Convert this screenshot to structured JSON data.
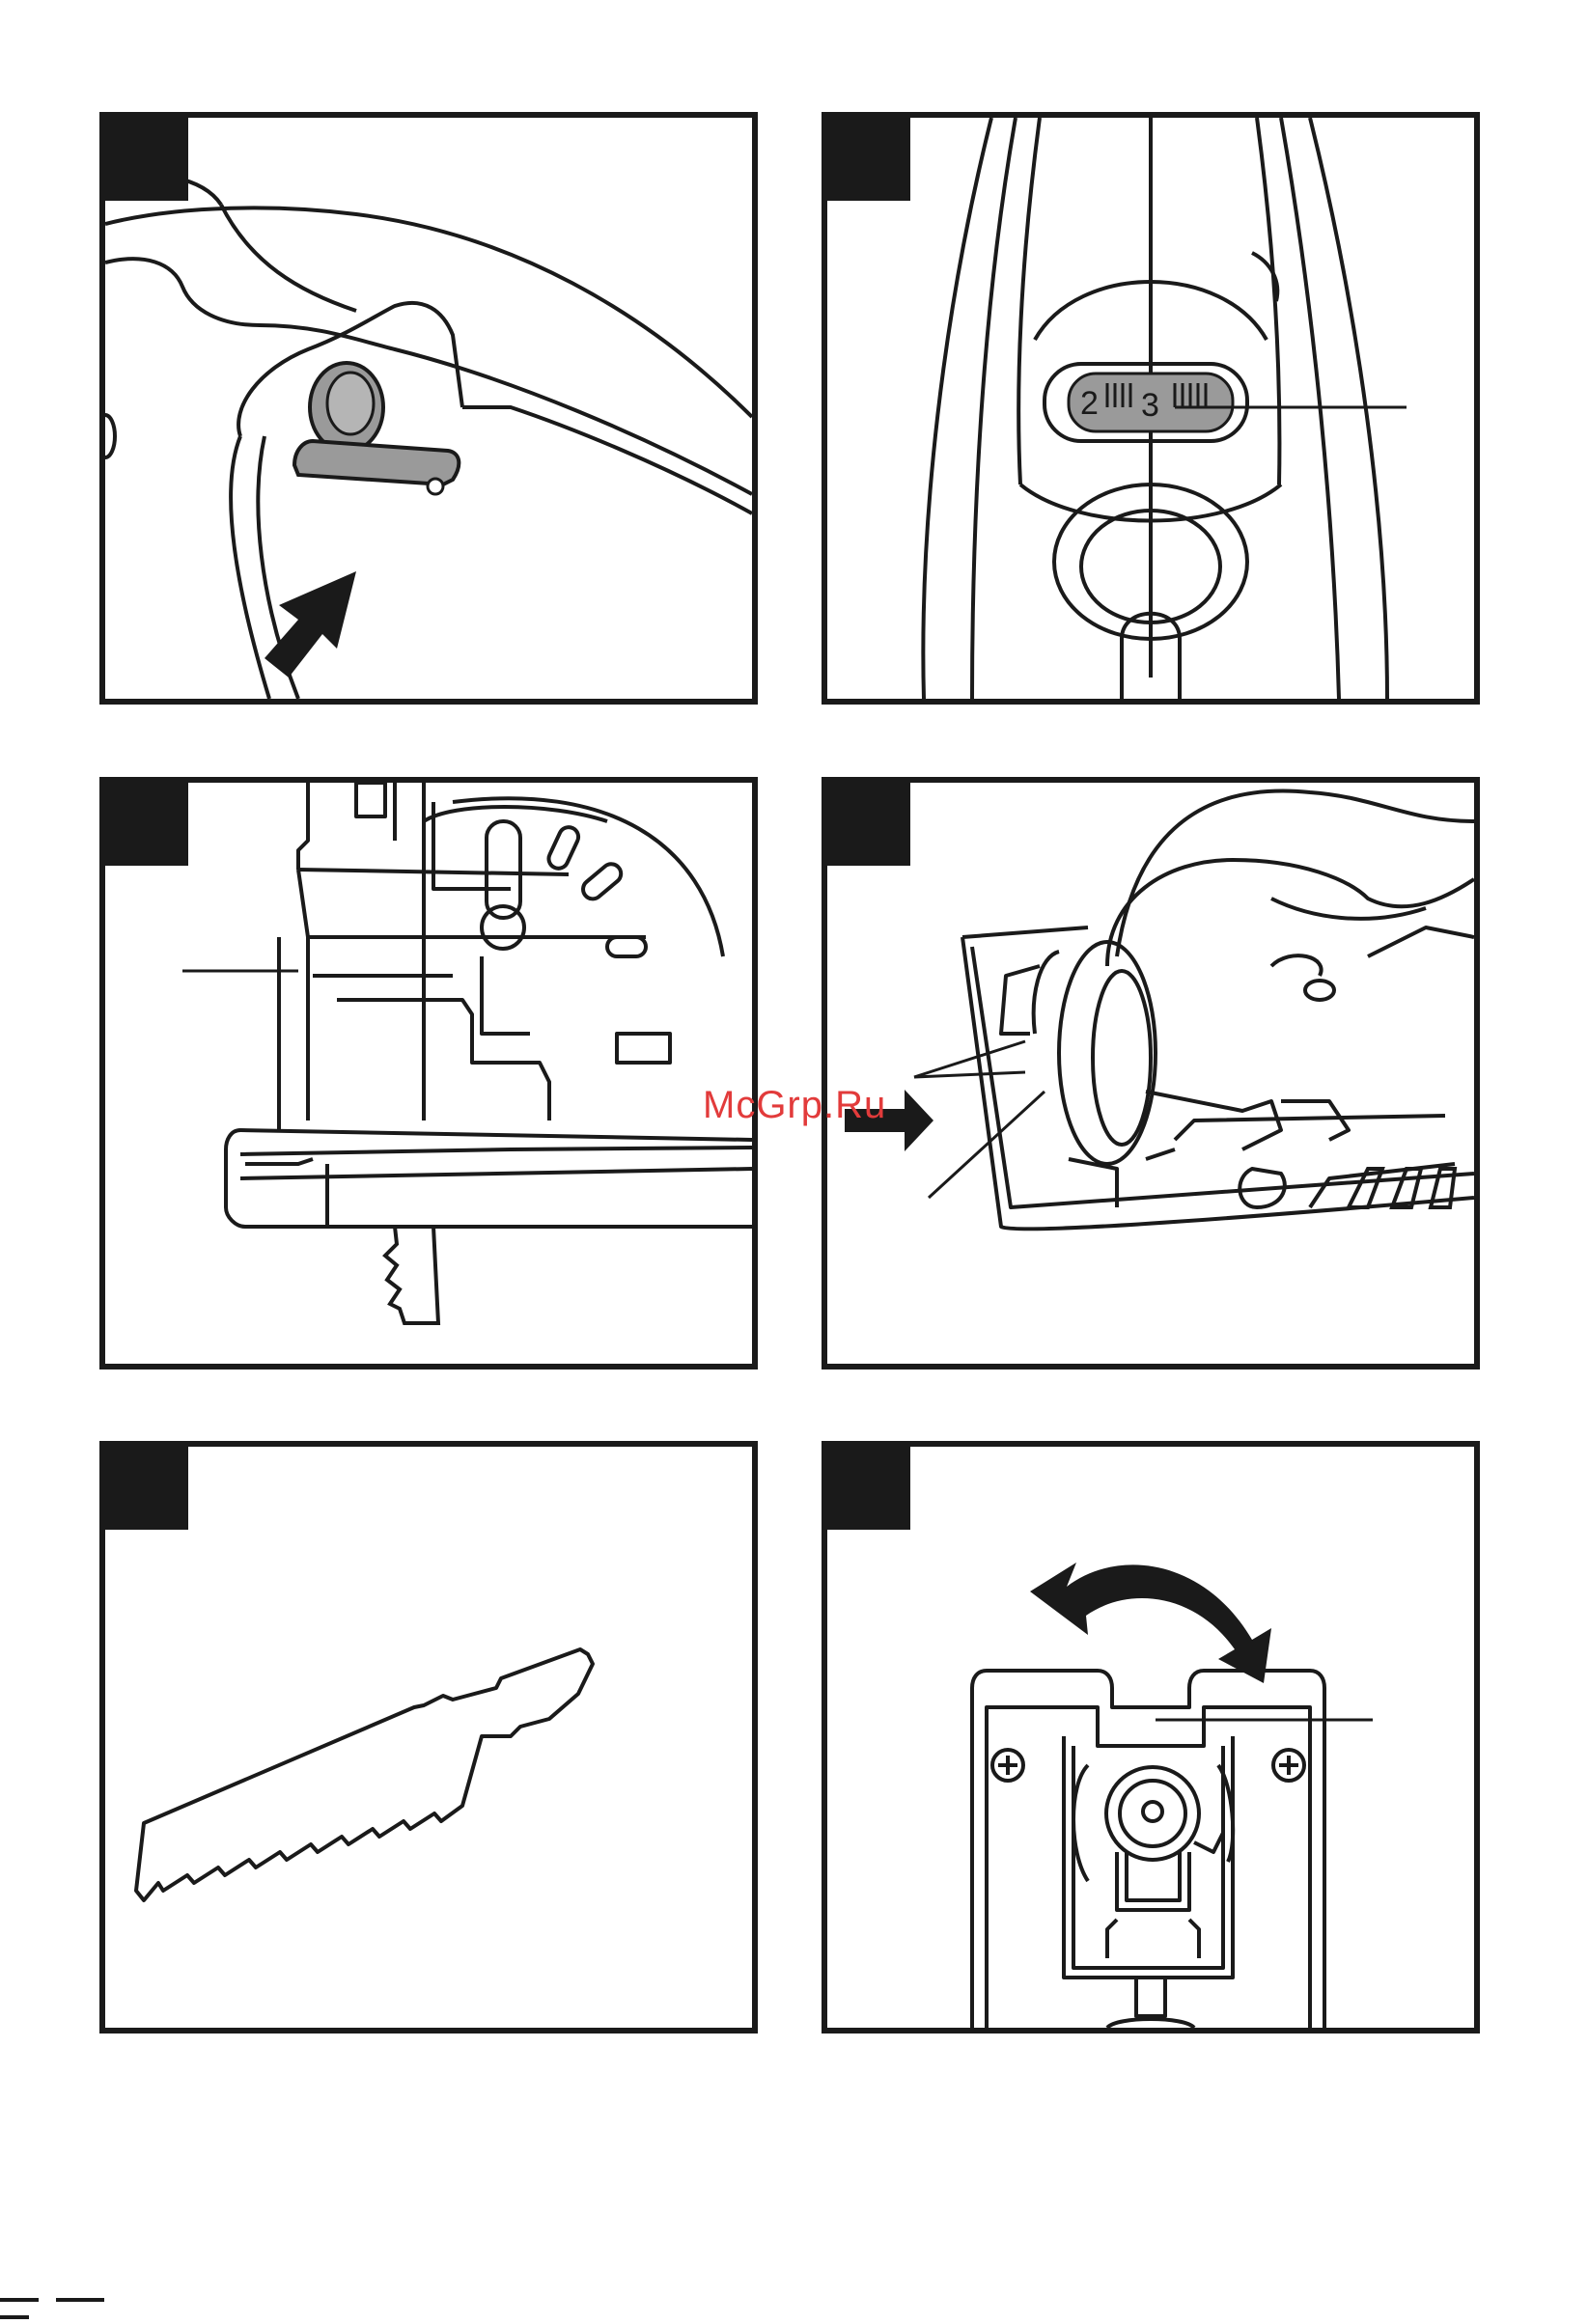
{
  "figures": [
    {
      "id": "fig-1",
      "subject": "handle-trigger-lock"
    },
    {
      "id": "fig-2",
      "subject": "speed-dial",
      "dial_digits": [
        "2",
        "3"
      ]
    },
    {
      "id": "fig-3",
      "subject": "shoe-side-view"
    },
    {
      "id": "fig-4",
      "subject": "blade-clamp"
    },
    {
      "id": "fig-5",
      "subject": "jigsaw-blade"
    },
    {
      "id": "fig-6",
      "subject": "blade-holder-front"
    }
  ],
  "watermark": "McGrp.Ru",
  "colors": {
    "ink": "#1a1a1a",
    "grey": "#9a9a9a",
    "watermark": "#e23b3b"
  }
}
